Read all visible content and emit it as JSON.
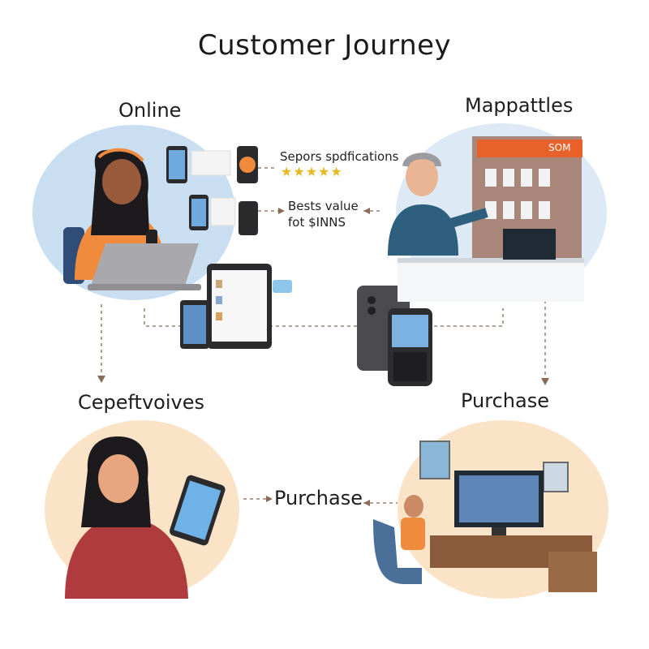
{
  "title": "Customer Journey",
  "stages": {
    "online": "Online",
    "mappattles": "Mappattles",
    "cepeftvoives": "Cepeftvoives",
    "purchase_top": "Purchase",
    "purchase_mid": "Purchase"
  },
  "notes": {
    "specs": "Sepors spdfications",
    "stars": "★★★★★",
    "value_line1": "Bests value",
    "value_line2": "fot $INNS"
  },
  "store_sign": "SOM",
  "colors": {
    "circle_blue": "#c9def0",
    "circle_peach": "#fbe3c8",
    "accent_orange": "#f08a3c",
    "dashed_line": "#8a6b55"
  }
}
